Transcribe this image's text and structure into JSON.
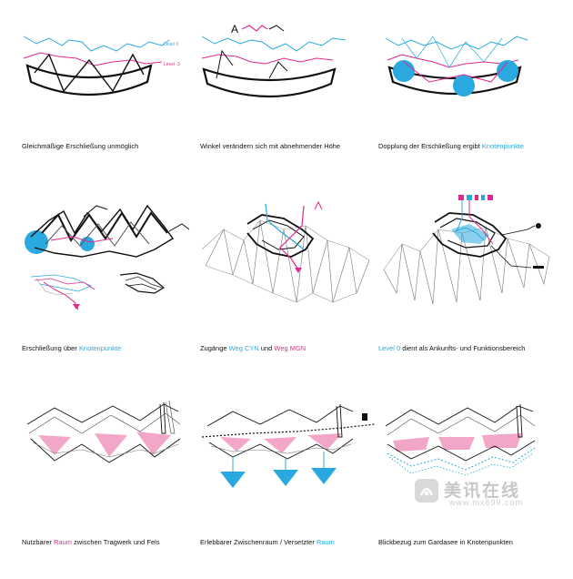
{
  "panels": [
    {
      "caption_parts": [
        {
          "text": "Gleichmäßige Erschließung unmöglich",
          "color": "plain"
        }
      ],
      "labels": {
        "level_top": "Level 0",
        "level_bottom": "Level -3"
      }
    },
    {
      "caption_parts": [
        {
          "text": "Winkel verändern sich mit abnehmender Höhe",
          "color": "plain"
        }
      ],
      "labels": {
        "glyph": "A"
      }
    },
    {
      "caption_parts": [
        {
          "text": "Dopplung der Erschließung ergibt ",
          "color": "plain"
        },
        {
          "text": "Knotenpunkte",
          "color": "cyan"
        }
      ]
    },
    {
      "caption_parts": [
        {
          "text": "Erschließung über ",
          "color": "plain"
        },
        {
          "text": "Knotenpunkte",
          "color": "cyan"
        }
      ]
    },
    {
      "caption_parts": [
        {
          "text": "Zugänge ",
          "color": "plain"
        },
        {
          "text": "Weg CYN",
          "color": "cyan"
        },
        {
          "text": " und ",
          "color": "plain"
        },
        {
          "text": "Weg MGN",
          "color": "magenta"
        }
      ]
    },
    {
      "caption_parts": [
        {
          "text": "Level 0",
          "color": "cyan"
        },
        {
          "text": " dient als Ankunfts- und Funktionsbereich",
          "color": "plain"
        }
      ]
    },
    {
      "caption_parts": [
        {
          "text": "Nutzbarer ",
          "color": "plain"
        },
        {
          "text": "Raum",
          "color": "magenta"
        },
        {
          "text": " zwischen Tragwerk und Fels",
          "color": "plain"
        }
      ]
    },
    {
      "caption_parts": [
        {
          "text": "Erlebbarer Zwischenraum / Versetzter ",
          "color": "plain"
        },
        {
          "text": "Raum",
          "color": "cyan"
        }
      ]
    },
    {
      "caption_parts": [
        {
          "text": "Blickbezug zum Gardasee in Knotenpunkten",
          "color": "plain"
        }
      ]
    }
  ],
  "watermark": {
    "title": "美讯在线",
    "url": "www.mx699.com"
  },
  "colors": {
    "cyan": "#29a9df",
    "magenta": "#e0288d",
    "pink_fill": "#f2a7c9",
    "ink": "#111111",
    "grey": "#9a9a9a"
  }
}
